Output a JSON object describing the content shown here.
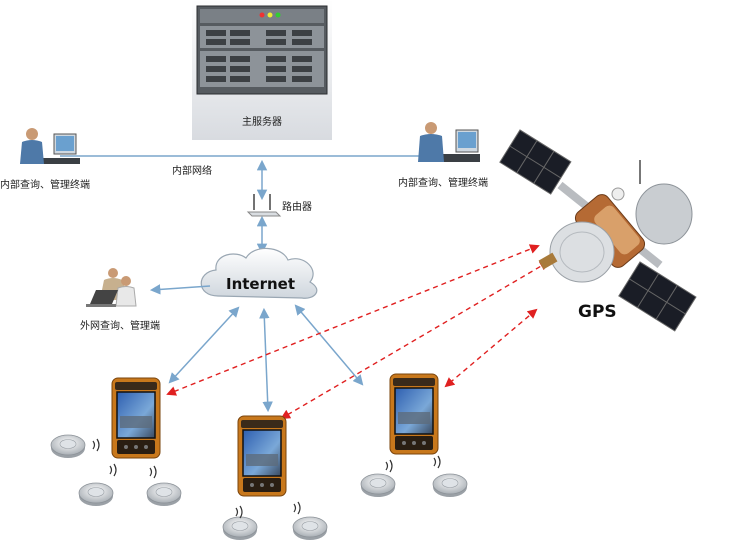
{
  "server": {
    "label": "主服务器"
  },
  "internal_network": {
    "label": "内部网络"
  },
  "router": {
    "label": "路由器"
  },
  "internet": {
    "label": "Internet"
  },
  "terminals": {
    "left": "内部查询、管理终端",
    "right": "内部查询、管理终端",
    "external": "外网查询、管理端"
  },
  "gps": {
    "label": "GPS"
  },
  "colors": {
    "link_blue": "#7aa6cc",
    "gps_red": "#e02020",
    "device_orange": "#c8781c"
  },
  "icons": [
    "server-rack-icon",
    "workstation-icon",
    "router-icon",
    "cloud-icon",
    "laptop-user-icon",
    "satellite-icon",
    "handheld-device-icon",
    "rfid-tag-icon"
  ]
}
